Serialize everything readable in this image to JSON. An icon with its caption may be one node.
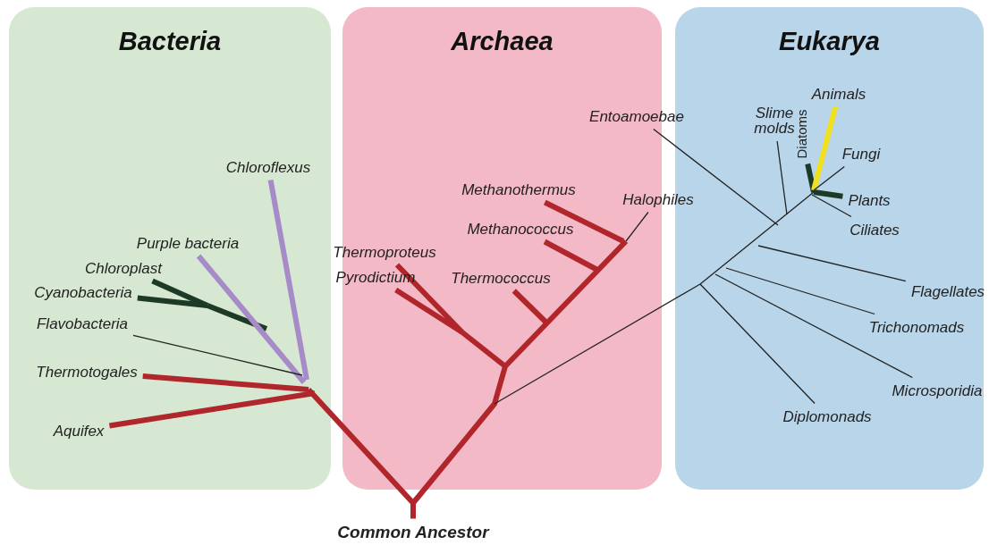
{
  "diagram": {
    "nodes": [
      {
        "text": [
          "Bacteria"
        ]
      },
      {
        "text": [
          "Archaea"
        ]
      },
      {
        "text": [
          "Eukarya"
        ]
      },
      {
        "text": [
          "Chloroflexus"
        ],
        "in": 0
      },
      {
        "text": [
          "Purple bacteria"
        ],
        "in": 0
      },
      {
        "text": [
          "Chloroplast"
        ],
        "in": 0
      },
      {
        "text": [
          "Cyanobacteria"
        ],
        "in": 0
      },
      {
        "text": [
          "Flavobacteria"
        ],
        "in": 0
      },
      {
        "text": [
          "Thermotogales"
        ],
        "in": 0
      },
      {
        "text": [
          "Aquifex"
        ],
        "in": 0
      },
      {
        "text": [
          "Methanothermus"
        ],
        "in": 1
      },
      {
        "text": [
          "Halophiles"
        ]
      },
      {
        "text": [
          "Methanococcus"
        ],
        "in": 1
      },
      {
        "text": [
          "Thermoproteus"
        ],
        "in": 1
      },
      {
        "text": [
          "Pyrodictium"
        ],
        "in": 1
      },
      {
        "text": [
          "Thermococcus"
        ],
        "in": 1
      },
      {
        "text": [
          "Entoamoebae"
        ]
      },
      {
        "text": [
          "Slime molds"
        ],
        "in": 2
      },
      {
        "text": [
          "Diatoms"
        ],
        "in": 2
      },
      {
        "text": [
          "Animals"
        ],
        "in": 2
      },
      {
        "text": [
          "Fungi"
        ],
        "in": 2
      },
      {
        "text": [
          "Plants"
        ],
        "in": 2
      },
      {
        "text": [
          "Ciliates"
        ],
        "in": 2
      },
      {
        "text": [
          "Flagellates"
        ],
        "in": 2
      },
      {
        "text": [
          "Trichonomads"
        ],
        "in": 2
      },
      {
        "text": [
          "Microsporidia"
        ],
        "in": 2
      },
      {
        "text": [
          "Diplomonads"
        ],
        "in": 2
      },
      {
        "text": [
          "Common Ancestor"
        ]
      }
    ],
    "edges": [
      {
        "from": 3,
        "to": null,
        "arrow": "none",
        "color": "#a78bc9"
      },
      {
        "from": 4,
        "to": null,
        "arrow": "none",
        "color": "#a78bc9"
      },
      {
        "from": 5,
        "to": null,
        "arrow": "none",
        "color": "#1c3a26"
      },
      {
        "from": 6,
        "to": null,
        "arrow": "none",
        "color": "#1c3a26"
      },
      {
        "from": 7,
        "to": null,
        "arrow": "none"
      },
      {
        "from": 8,
        "to": null,
        "arrow": "none",
        "color": "#b0262a"
      },
      {
        "from": 9,
        "to": null,
        "arrow": "none",
        "color": "#b0262a"
      },
      {
        "from": 10,
        "to": null,
        "arrow": "none",
        "color": "#b0262a"
      },
      {
        "from": 11,
        "to": null,
        "arrow": "none"
      },
      {
        "from": 12,
        "to": null,
        "arrow": "none",
        "color": "#b0262a"
      },
      {
        "from": 13,
        "to": null,
        "arrow": "none",
        "color": "#b0262a"
      },
      {
        "from": 14,
        "to": null,
        "arrow": "none",
        "color": "#b0262a"
      },
      {
        "from": 15,
        "to": null,
        "arrow": "none",
        "color": "#b0262a"
      },
      {
        "from": 16,
        "to": null,
        "arrow": "none"
      },
      {
        "from": 17,
        "to": null,
        "arrow": "none"
      },
      {
        "from": 18,
        "to": null,
        "arrow": "none",
        "color": "#1c3a26"
      },
      {
        "from": 19,
        "to": null,
        "arrow": "none",
        "color": "#f0e020"
      },
      {
        "from": 20,
        "to": null,
        "arrow": "none"
      },
      {
        "from": 21,
        "to": null,
        "arrow": "none",
        "color": "#1c3a26"
      },
      {
        "from": 22,
        "to": null,
        "arrow": "none"
      },
      {
        "from": 23,
        "to": null,
        "arrow": "none"
      },
      {
        "from": 24,
        "to": null,
        "arrow": "none"
      },
      {
        "from": 25,
        "to": null,
        "arrow": "none"
      },
      {
        "from": 26,
        "to": null,
        "arrow": "none"
      },
      {
        "from": 27,
        "to": null,
        "arrow": "none",
        "color": "#b0262a"
      }
    ]
  }
}
